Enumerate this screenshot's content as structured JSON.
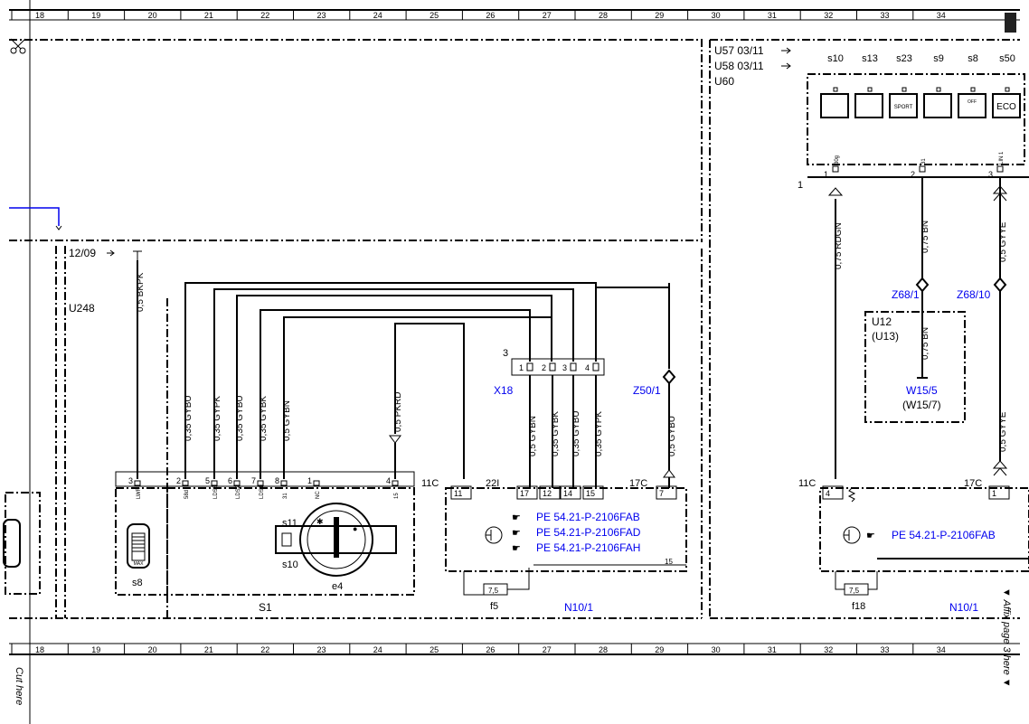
{
  "ruler": {
    "cols": [
      "18",
      "19",
      "20",
      "21",
      "22",
      "23",
      "24",
      "25",
      "26",
      "27",
      "28",
      "29",
      "30",
      "31",
      "32",
      "33",
      "34"
    ]
  },
  "side": {
    "cut_here": "Cut here",
    "affix": "▼ Affix page 3 here ▼"
  },
  "left": {
    "ref_1209": "12/09",
    "u248": "U248",
    "wire_bkpk": "0,5 BKPK",
    "wires": [
      "0,35 GYBU",
      "0,35 GYPK",
      "0,35 GYBU",
      "0,35 GYBK",
      "0,5 GYBN"
    ],
    "wire_pkrd": "0,5 PKRD",
    "s1_pins": [
      "3",
      "2",
      "5",
      "6",
      "7",
      "8",
      "1",
      "4"
    ],
    "s1_pinlabels": [
      "LWR",
      "58d",
      "LDS3",
      "LDS2",
      "LDS1",
      "31",
      "NC",
      "15"
    ],
    "s8": "s8",
    "s11": "s11",
    "s10": "s10",
    "e4": "e4",
    "s1": "S1",
    "max": "MAX"
  },
  "mid": {
    "x18": "X18",
    "x18_pins": [
      "1",
      "2",
      "3",
      "4"
    ],
    "x18_pin3": "3",
    "z50": "Z50/1",
    "wires_down": [
      "0,5 GYBN",
      "0,35 GYBK",
      "0,35 GYBU",
      "0,35 GYPK",
      "0,5 GYBU"
    ],
    "conn_11c": "11C",
    "conn_22i": "22I",
    "conn_17c": "17C",
    "pins": [
      "11",
      "17",
      "12",
      "14",
      "15",
      "7"
    ],
    "pin15": "15",
    "refs": [
      "PE 54.21-P-2106FAB",
      "PE 54.21-P-2106FAD",
      "PE 54.21-P-2106FAH"
    ],
    "fuse": "7,5",
    "f5": "f5",
    "n10": "N10/1"
  },
  "right": {
    "u57": "U57  03/11",
    "u58": "U58  03/11",
    "u60": "U60",
    "switches": [
      "s10",
      "s13",
      "s23",
      "s9",
      "s8",
      "s50"
    ],
    "sport": "SPORT",
    "eco": "ECO",
    "off": "OFF",
    "pins_top": [
      "1",
      "2",
      "3"
    ],
    "pin_labels_top": [
      "30g",
      "31",
      "LIN 1"
    ],
    "one": "1",
    "w_rdgn": "0,75 RDGN",
    "w_bn": "0,75 BN",
    "w_gyye": "0,5 GYYE",
    "z68_1": "Z68/1",
    "z68_10": "Z68/10",
    "u12": "U12",
    "u13": "(U13)",
    "w_bn2": "0,75 BN",
    "w155": "W15/5",
    "w157": "(W15/7)",
    "w_gyye2": "0,5 GYYE",
    "conn_11c": "11C",
    "conn_17c": "17C",
    "pin4": "4",
    "pin1": "1",
    "ref": "PE 54.21-P-2106FAB",
    "fuse": "7,5",
    "f18": "f18",
    "n10": "N10/1"
  }
}
